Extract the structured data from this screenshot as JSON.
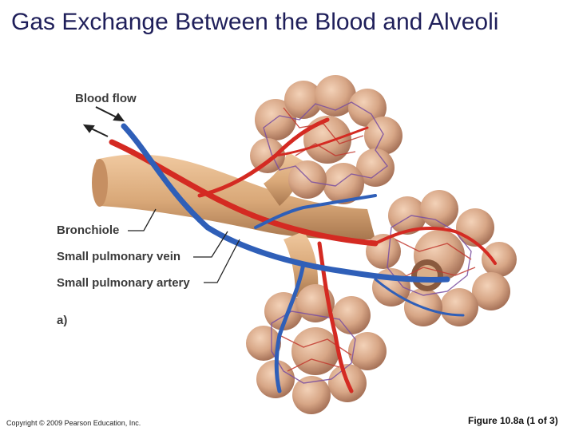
{
  "slide": {
    "title": "Gas Exchange Between the Blood and Alveoli",
    "copyright": "Copyright © 2009 Pearson Education, Inc.",
    "figure_ref": "Figure 10.8a (1 of 3)"
  },
  "figure": {
    "labels": {
      "blood_flow": "Blood flow",
      "bronchiole": "Bronchiole",
      "small_pulmonary_vein": "Small pulmonary vein",
      "small_pulmonary_artery": "Small pulmonary artery",
      "panel": "a)"
    },
    "colors": {
      "artery": "#d42a22",
      "vein": "#2f5fb8",
      "bronchiole": "#d9a878",
      "alveoli": "#d4a389",
      "title": "#1f1f5a"
    }
  }
}
